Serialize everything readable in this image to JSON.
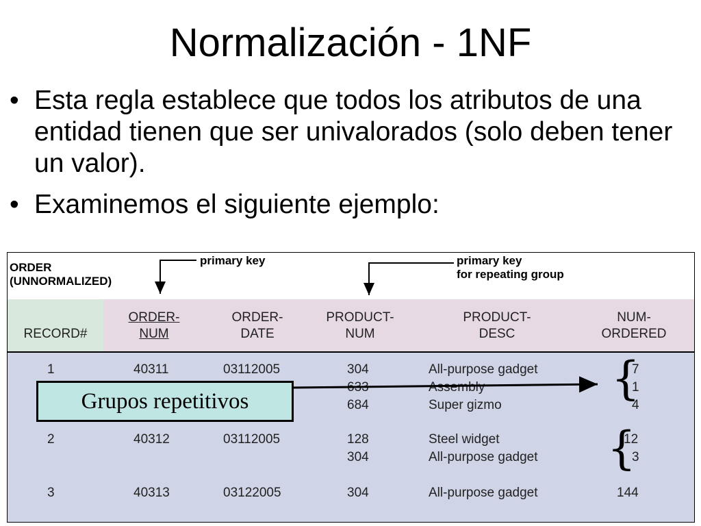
{
  "slide": {
    "title": "Normalización - 1NF",
    "bullets": [
      "Esta regla establece que todos los atributos de una entidad tienen que ser univalorados (solo deben tener un valor).",
      "Examinemos el siguiente ejemplo:"
    ],
    "bullet_symbol": "•"
  },
  "figure": {
    "table_label_line1": "ORDER",
    "table_label_line2": "(UNNORMALIZED)",
    "annotations": {
      "primary_key": "primary key",
      "pk_repeating_line1": "primary key",
      "pk_repeating_line2": "for repeating group"
    },
    "columns": [
      {
        "line1": "",
        "line2": "RECORD#",
        "underlined": false
      },
      {
        "line1": "ORDER-",
        "line2": "NUM",
        "underlined": true
      },
      {
        "line1": "ORDER-",
        "line2": "DATE",
        "underlined": false
      },
      {
        "line1": "PRODUCT-",
        "line2": "NUM",
        "underlined": false
      },
      {
        "line1": "PRODUCT-",
        "line2": "DESC",
        "underlined": false
      },
      {
        "line1": "NUM-",
        "line2": "ORDERED",
        "underlined": false
      }
    ],
    "records": [
      {
        "record": "1",
        "order_num": "40311",
        "order_date": "03112005",
        "items": [
          {
            "product_num": "304",
            "desc": "All-purpose gadget",
            "qty": "7"
          },
          {
            "product_num": "633",
            "desc": "Assembly",
            "qty": "1"
          },
          {
            "product_num": "684",
            "desc": "Super gizmo",
            "qty": "4"
          }
        ]
      },
      {
        "record": "2",
        "order_num": "40312",
        "order_date": "03112005",
        "items": [
          {
            "product_num": "128",
            "desc": "Steel widget",
            "qty": "12"
          },
          {
            "product_num": "304",
            "desc": "All-purpose gadget",
            "qty": "3"
          }
        ]
      },
      {
        "record": "3",
        "order_num": "40313",
        "order_date": "03122005",
        "items": [
          {
            "product_num": "304",
            "desc": "All-purpose gadget",
            "qty": "144"
          }
        ]
      }
    ],
    "callout": "Grupos repetitivos",
    "colors": {
      "header_band": "#e7d9e3",
      "record_header": "#d9e8dc",
      "body_band": "#cfd4e6",
      "callout_fill": "#bfe6e3"
    }
  }
}
